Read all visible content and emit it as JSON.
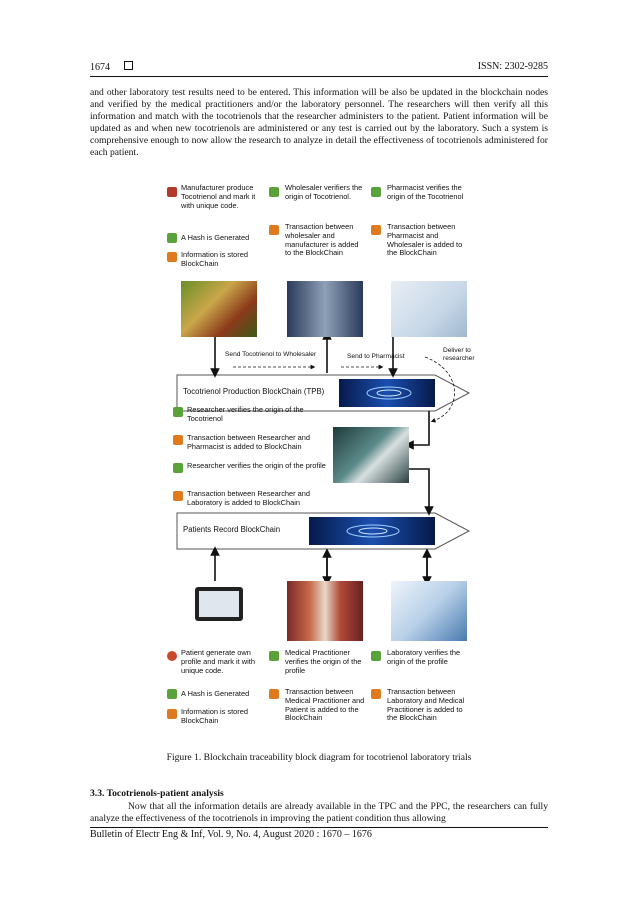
{
  "header": {
    "page_number": "1674",
    "issn": "ISSN: 2302-9285"
  },
  "body_paragraph": "and other laboratory test results need to be entered. This information will be also be updated in the blockchain nodes and verified by the medical practitioners and/or the laboratory personnel. The researchers will then verify all this information and match with the tocotrienols that the researcher administers to the patient. Patient information will be updated as and when new tocotrienols are administered or any test is carried out by the laboratory. Such a system is comprehensive enough to now allow the research to analyze in detail the effectiveness of tocotrienols administered for each patient.",
  "figure": {
    "col1": {
      "step1": "Manufacturer produce Tocotrienol and mark it with unique code.",
      "step2": "A Hash is Generated",
      "step3": "Information is stored BlockChain"
    },
    "col2": {
      "step1": "Wholesaler verifiers the origin of Tocotrienol.",
      "step2": "Transaction between wholesaler and manufacturer is added to the BlockChain"
    },
    "col3": {
      "step1": "Pharmacist verifies the origin of the Tocotrienol",
      "step2": "Transaction between Pharmacist and Wholesaler is added to the BlockChain"
    },
    "arrows": {
      "send_wholesaler": "Send Tocotrienol to Wholesaler",
      "send_pharmacist": "Send to Pharmacist",
      "deliver_researcher": "Deliver to researcher"
    },
    "tpb_label": "Tocotrienol Production BlockChain (TPB)",
    "researcher": {
      "r1": "Researcher verifies the origin of the Tocotrienol",
      "r2": "Transaction between Researcher and Pharmacist is added to BlockChain",
      "r3": "Researcher verifies the origin of the profile",
      "r4": "Transaction between Researcher and Laboratory is added to BlockChain"
    },
    "prb_label": "Patients Record BlockChain",
    "patient": {
      "p1": "Patient generate own profile and mark it with unique code.",
      "p2": "A Hash is Generated",
      "p3": "Information is stored BlockChain"
    },
    "medical": {
      "m1": "Medical Practitioner verifies the origin of the profile",
      "m2": "Transaction between Medical Practitioner and Patient is added to the BlockChain"
    },
    "lab": {
      "l1": "Laboratory verifies the origin of the profile",
      "l2": "Transaction between Laboratory and Medical Practitioner is added to the BlockChain"
    }
  },
  "caption": "Figure 1. Blockchain traceability block diagram for tocotrienol laboratory trials",
  "section_heading": "3.3.  Tocotrienols-patient analysis",
  "section_paragraph": "Now that all the information details are already available in the TPC and the PPC, the researchers can fully analyze the effectiveness of the tocotrienols in improving the patient condition thus allowing",
  "footer": "Bulletin of Electr Eng & Inf, Vol. 9, No. 4, August 2020 :  1670 – 1676",
  "colors": {
    "icon_green": "#5aa33a",
    "icon_orange": "#e07a1f",
    "chain_blue": "#0b2a6b"
  }
}
